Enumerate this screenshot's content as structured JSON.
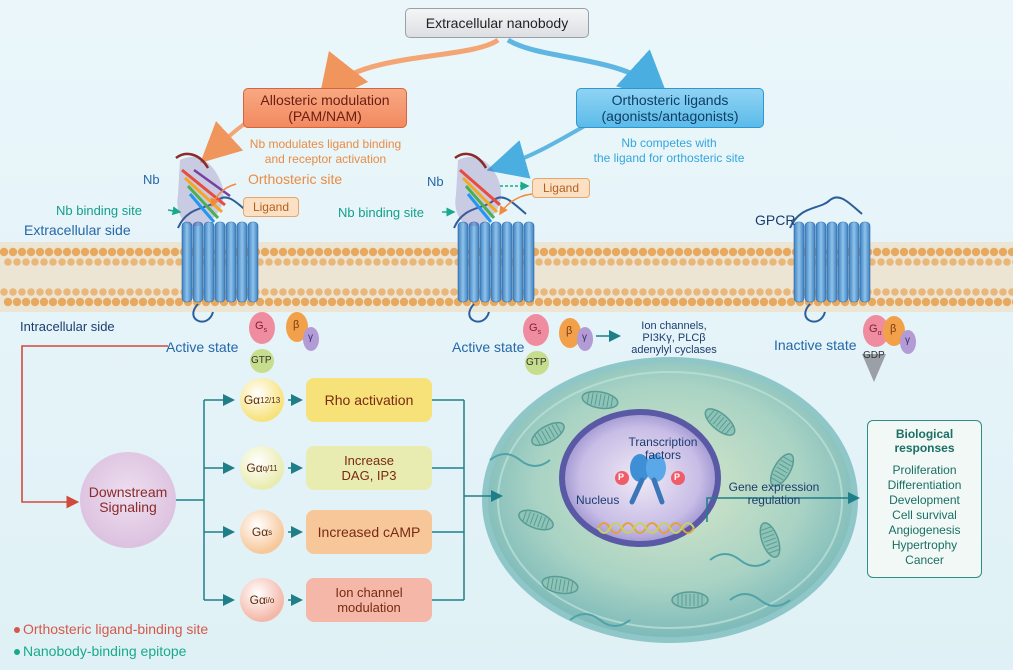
{
  "top": {
    "title": "Extracellular nanobody",
    "allosteric_l1": "Allosteric modulation",
    "allosteric_l2": "(PAM/NAM)",
    "allosteric_desc_l1": "Nb modulates ligand binding",
    "allosteric_desc_l2": "and receptor activation",
    "orthosteric_l1": "Orthosteric ligands",
    "orthosteric_l2": "(agonists/antagonists)",
    "orthosteric_desc_l1": "Nb competes with",
    "orthosteric_desc_l2": "the ligand for orthosteric site"
  },
  "receptor1": {
    "nb": "Nb",
    "orthosteric_site": "Orthosteric site",
    "nb_binding_site": "Nb binding site",
    "ligand": "Ligand",
    "extracellular_side": "Extracellular side",
    "intracellular_side": "Intracellular side",
    "state": "Active state",
    "g_alpha": "G",
    "g_alpha_sub": "s",
    "g_beta": "β",
    "g_gamma": "γ",
    "nucleotide": "GTP"
  },
  "receptor2": {
    "nb": "Nb",
    "ligand": "Ligand",
    "nb_binding_site": "Nb binding site",
    "state": "Active state",
    "g_alpha": "G",
    "g_alpha_sub": "s",
    "g_beta": "β",
    "g_gamma": "γ",
    "nucleotide": "GTP",
    "effectors_l1": "Ion channels,",
    "effectors_l2": "PI3Kγ, PLCβ",
    "effectors_l3": "adenylyl cyclases"
  },
  "receptor3": {
    "label": "GPCR",
    "state": "Inactive state",
    "g_alpha": "G",
    "g_alpha_sub": "α",
    "g_beta": "β",
    "g_gamma": "γ",
    "nucleotide": "GDP"
  },
  "signaling": {
    "hub_l1": "Downstream",
    "hub_l2": "Signaling",
    "pathways": [
      {
        "g": "Gα",
        "sub": "12/13",
        "effect_l1": "Rho activation",
        "effect_l2": "",
        "color": "#f7e27a"
      },
      {
        "g": "Gα",
        "sub": "q/11",
        "effect_l1": "Increase",
        "effect_l2": "DAG, IP3",
        "color": "#e9ecb0"
      },
      {
        "g": "Gα",
        "sub": "s",
        "effect_l1": "Increased cAMP",
        "effect_l2": "",
        "color": "#f7c79a"
      },
      {
        "g": "Gα",
        "sub": "i/o",
        "effect_l1": "Ion channel",
        "effect_l2": "modulation",
        "color": "#f4b7a8"
      }
    ]
  },
  "cell": {
    "tf_l1": "Transcription",
    "tf_l2": "factors",
    "p": "P",
    "nucleus": "Nucleus",
    "gene_l1": "Gene expression",
    "gene_l2": "regulation"
  },
  "responses": {
    "title_l1": "Biological",
    "title_l2": "responses",
    "items": [
      "Proliferation",
      "Differentiation",
      "Development",
      "Cell survival",
      "Angiogenesis",
      "Hypertrophy",
      "Cancer"
    ]
  },
  "legend": {
    "item1": "Orthosteric ligand-binding site",
    "item2": "Nanobody-binding epitope",
    "color1": "#d5594a",
    "color2": "#19a98c"
  }
}
